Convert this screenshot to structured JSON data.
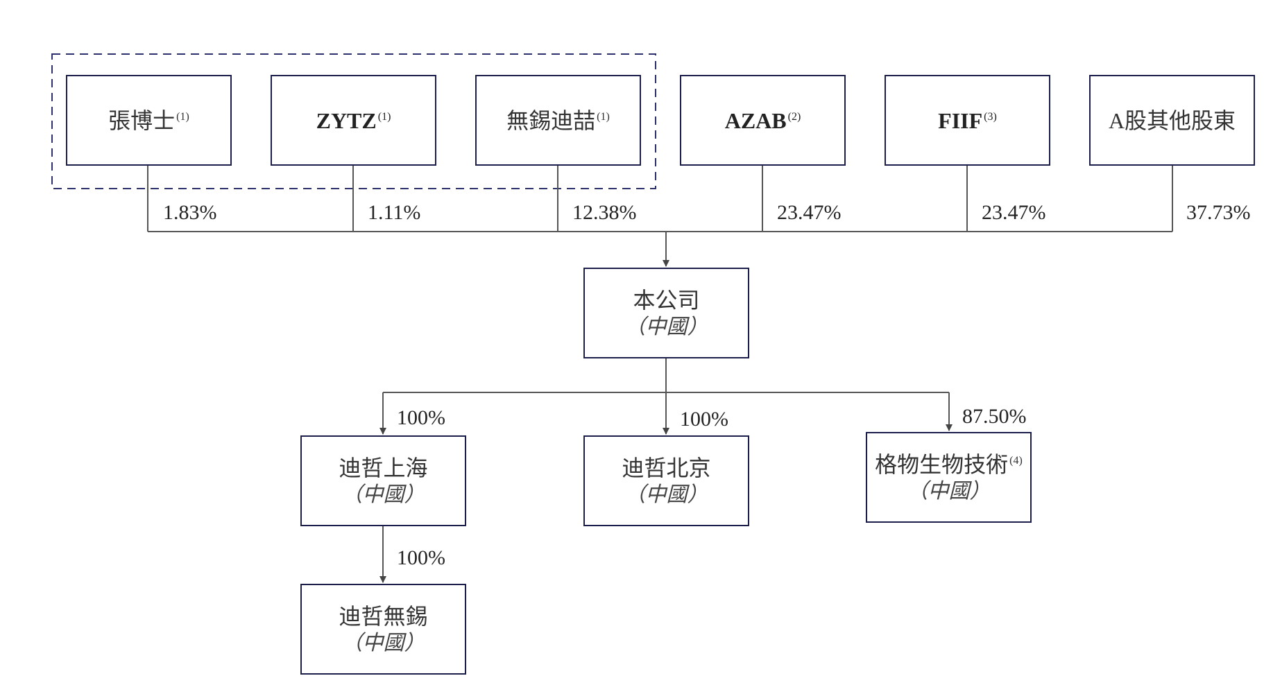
{
  "shareholders": [
    {
      "name": "張博士",
      "note": "(1)",
      "pct": "1.83%"
    },
    {
      "name": "ZYTZ",
      "note": "(1)",
      "pct": "1.11%"
    },
    {
      "name": "無錫迪喆",
      "note": "(1)",
      "pct": "12.38%"
    },
    {
      "name": "AZAB",
      "note": "(2)",
      "pct": "23.47%"
    },
    {
      "name": "FIIF",
      "note": "(3)",
      "pct": "23.47%"
    },
    {
      "name": "A股其他股東",
      "note": "",
      "pct": "37.73%"
    }
  ],
  "company": {
    "name": "本公司",
    "country": "（中國）"
  },
  "subsidiaries": [
    {
      "name": "迪哲上海",
      "note": "",
      "country": "（中國）",
      "pct": "100%"
    },
    {
      "name": "迪哲北京",
      "note": "",
      "country": "（中國）",
      "pct": "100%"
    },
    {
      "name": "格物生物技術",
      "note": "(4)",
      "country": "（中國）",
      "pct": "87.50%"
    }
  ],
  "sub_subsidiary": {
    "name": "迪哲無錫",
    "country": "（中國）",
    "pct": "100%"
  },
  "colors": {
    "box_border": "#1b1e4b",
    "line": "#444444",
    "dashed_group": "#2b2f6b"
  }
}
